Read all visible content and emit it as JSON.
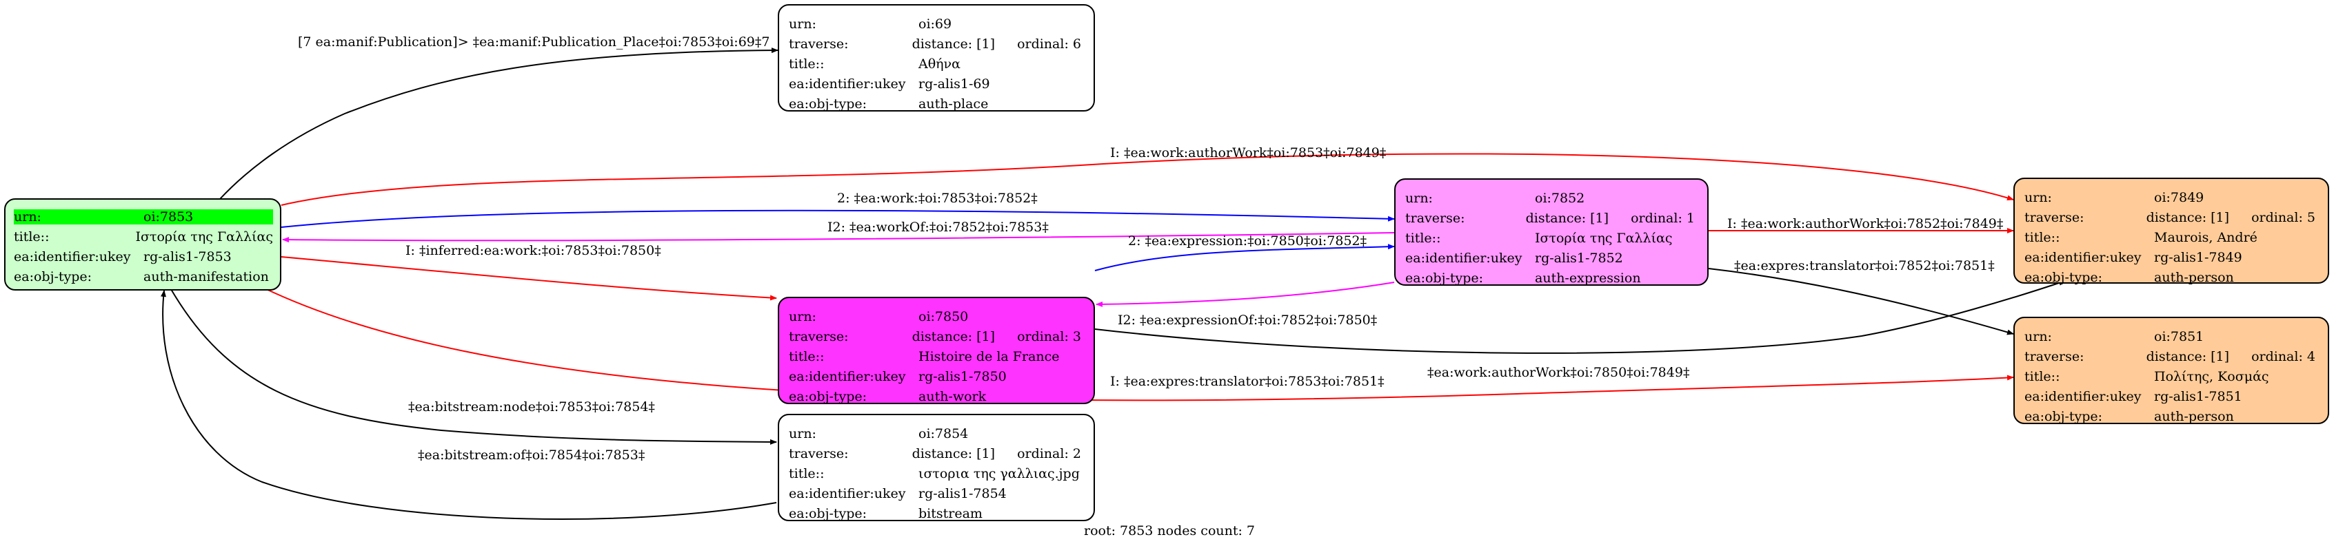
{
  "nodes": {
    "n7853": {
      "fill": "#ccffcc",
      "rows": [
        {
          "k": "urn:",
          "v": "oi:7853"
        },
        {
          "k": "title::",
          "v": "Ιστορία της Γαλλίας"
        },
        {
          "k": "ea:identifier:ukey",
          "v": "rg-alis1-7853"
        },
        {
          "k": "ea:obj-type:",
          "v": "auth-manifestation"
        }
      ]
    },
    "n69": {
      "fill": "#ffffff",
      "rows": [
        {
          "k": "urn:",
          "v": "oi:69"
        },
        {
          "k": "traverse:",
          "v": "distance: [1]",
          "ord": "ordinal: 6"
        },
        {
          "k": "title::",
          "v": "Αθήνα"
        },
        {
          "k": "ea:identifier:ukey",
          "v": "rg-alis1-69"
        },
        {
          "k": "ea:obj-type:",
          "v": "auth-place"
        }
      ]
    },
    "n7850": {
      "fill": "#ff33ff",
      "rows": [
        {
          "k": "urn:",
          "v": "oi:7850"
        },
        {
          "k": "traverse:",
          "v": "distance: [1]",
          "ord": "ordinal: 3"
        },
        {
          "k": "title::",
          "v": "Histoire de la France"
        },
        {
          "k": "ea:identifier:ukey",
          "v": "rg-alis1-7850"
        },
        {
          "k": "ea:obj-type:",
          "v": "auth-work"
        }
      ]
    },
    "n7854": {
      "fill": "#ffffff",
      "rows": [
        {
          "k": "urn:",
          "v": "oi:7854"
        },
        {
          "k": "traverse:",
          "v": "distance: [1]",
          "ord": "ordinal: 2"
        },
        {
          "k": "title::",
          "v": "ιστορια της γαλλιας.jpg"
        },
        {
          "k": "ea:identifier:ukey",
          "v": "rg-alis1-7854"
        },
        {
          "k": "ea:obj-type:",
          "v": "bitstream"
        }
      ]
    },
    "n7852": {
      "fill": "#ff99ff",
      "rows": [
        {
          "k": "urn:",
          "v": "oi:7852"
        },
        {
          "k": "traverse:",
          "v": "distance: [1]",
          "ord": "ordinal: 1"
        },
        {
          "k": "title::",
          "v": "Ιστορία της Γαλλίας"
        },
        {
          "k": "ea:identifier:ukey",
          "v": "rg-alis1-7852"
        },
        {
          "k": "ea:obj-type:",
          "v": "auth-expression"
        }
      ]
    },
    "n7849": {
      "fill": "#ffcc99",
      "rows": [
        {
          "k": "urn:",
          "v": "oi:7849"
        },
        {
          "k": "traverse:",
          "v": "distance: [1]",
          "ord": "ordinal: 5"
        },
        {
          "k": "title::",
          "v": "Maurois, André"
        },
        {
          "k": "ea:identifier:ukey",
          "v": "rg-alis1-7849"
        },
        {
          "k": "ea:obj-type:",
          "v": "auth-person"
        }
      ]
    },
    "n7851": {
      "fill": "#ffcc99",
      "rows": [
        {
          "k": "urn:",
          "v": "oi:7851"
        },
        {
          "k": "traverse:",
          "v": "distance: [1]",
          "ord": "ordinal: 4"
        },
        {
          "k": "title::",
          "v": "Πολίτης, Κοσμάς"
        },
        {
          "k": "ea:identifier:ukey",
          "v": "rg-alis1-7851"
        },
        {
          "k": "ea:obj-type:",
          "v": "auth-person"
        }
      ]
    }
  },
  "edges": {
    "e_place": {
      "label": "[7 ea:manif:Publication]> ‡ea:manif:Publication_Place‡oi:7853‡oi:69‡7",
      "color": "#000000"
    },
    "e_author_7853": {
      "label": "I: ‡ea:work:authorWork‡oi:7853‡oi:7849‡",
      "color": "#ff0000"
    },
    "e_work_7852": {
      "label": "2: ‡ea:work:‡oi:7853‡oi:7852‡",
      "color": "#0000ff"
    },
    "e_workof": {
      "label": "I2: ‡ea:workOf:‡oi:7852‡oi:7853‡",
      "color": "#ff00ff"
    },
    "e_expression": {
      "label": "2: ‡ea:expression:‡oi:7850‡oi:7852‡",
      "color": "#0000ff"
    },
    "e_inferred": {
      "label": "I: ‡inferred:ea:work:‡oi:7853‡oi:7850‡",
      "color": "#ff0000"
    },
    "e_expressionof": {
      "label": "I2: ‡ea:expressionOf:‡oi:7852‡oi:7850‡",
      "color": "#ff00ff"
    },
    "e_author_7852": {
      "label": "I: ‡ea:work:authorWork‡oi:7852‡oi:7849‡",
      "color": "#ff0000"
    },
    "e_translator_7852": {
      "label": "‡ea:expres:translator‡oi:7852‡oi:7851‡",
      "color": "#000000"
    },
    "e_author_7850": {
      "label": "‡ea:work:authorWork‡oi:7850‡oi:7849‡",
      "color": "#000000"
    },
    "e_translator_7853": {
      "label": "I: ‡ea:expres:translator‡oi:7853‡oi:7851‡",
      "color": "#ff0000"
    },
    "e_bitstream_node": {
      "label": "‡ea:bitstream:node‡oi:7853‡oi:7854‡",
      "color": "#000000"
    },
    "e_bitstream_of": {
      "label": "‡ea:bitstream:of‡oi:7854‡oi:7853‡",
      "color": "#000000"
    }
  },
  "footer": "root: 7853 nodes count: 7"
}
